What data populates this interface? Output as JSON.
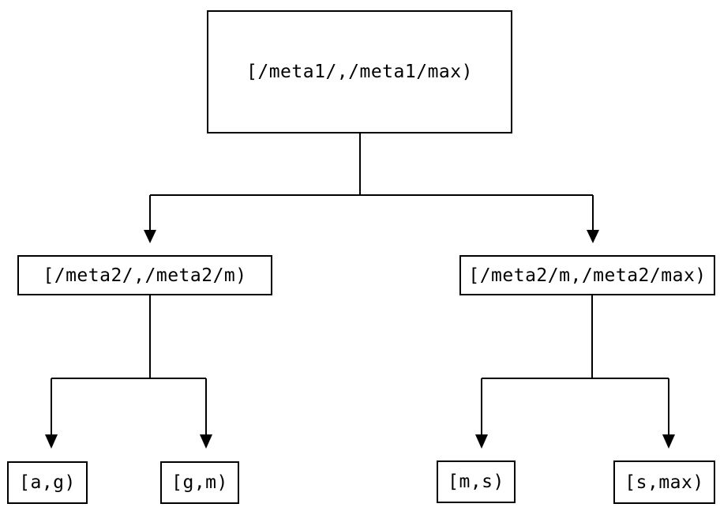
{
  "diagram": {
    "type": "tree",
    "colors": {
      "line": "#000000",
      "background": "#ffffff"
    },
    "nodes": {
      "root": {
        "label": "[/meta1/,/meta1/max)"
      },
      "left": {
        "label": "[/meta2/,/meta2/m)"
      },
      "right": {
        "label": "[/meta2/m,/meta2/max)"
      },
      "leaf_ag": {
        "label": "[a,g)"
      },
      "leaf_gm": {
        "label": "[g,m)"
      },
      "leaf_ms": {
        "label": "[m,s)"
      },
      "leaf_smax": {
        "label": "[s,max)"
      }
    },
    "edges": [
      {
        "from": "root",
        "to": "left"
      },
      {
        "from": "root",
        "to": "right"
      },
      {
        "from": "left",
        "to": "leaf_ag"
      },
      {
        "from": "left",
        "to": "leaf_gm"
      },
      {
        "from": "right",
        "to": "leaf_ms"
      },
      {
        "from": "right",
        "to": "leaf_smax"
      }
    ]
  }
}
